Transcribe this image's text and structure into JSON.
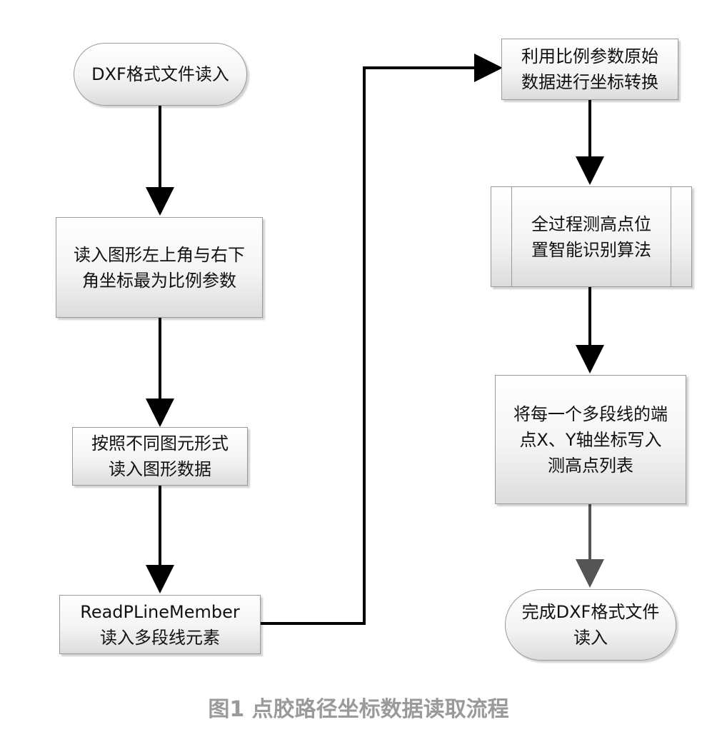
{
  "nodes": {
    "start": "DXF格式文件读入",
    "read_coords": "读入图形左上角与右下\n角坐标最为比例参数",
    "read_by_type": "按照不同图元形式\n读入图形数据",
    "read_pline": "ReadPLineMember\n读入多段线元素",
    "transform": "利用比例参数原始\n数据进行坐标转换",
    "recognize": "全过程测高点位\n置智能识别算法",
    "write_points": "将每一个多段线的端\n点X、Y轴坐标写入\n测高点列表",
    "end": "完成DXF格式文件\n读入"
  },
  "caption": "图1 点胶路径坐标数据读取流程",
  "colors": {
    "arrow": "#000000",
    "last_arrow": "#555555",
    "caption": "#9a9a9a"
  }
}
